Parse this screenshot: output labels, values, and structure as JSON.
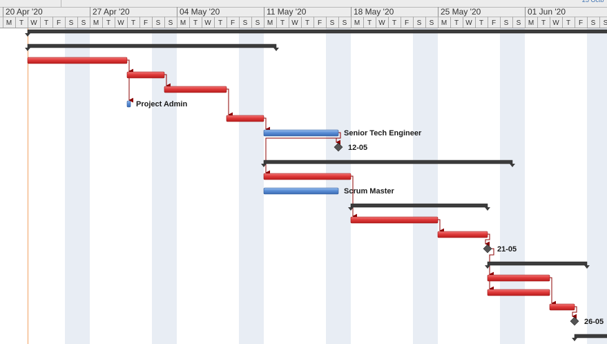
{
  "chart_data": {
    "type": "gantt",
    "timescale": {
      "weeks": [
        "20 Apr '20",
        "27 Apr '20",
        "04 May '20",
        "11 May '20",
        "18 May '20",
        "25 May '20",
        "01 Jun '20"
      ],
      "day_letters": [
        "M",
        "T",
        "W",
        "T",
        "F",
        "S",
        "S"
      ],
      "corner_fragment": "25 Octo"
    },
    "timeline_start": "2020-04-20",
    "today_line": "2020-04-22",
    "colors": {
      "task": "#e03a3a",
      "resource_task": "#5b8ed6",
      "summary": "#3c3c3c",
      "milestone": "#555555",
      "link": "#8b0000",
      "today": "#f0a060",
      "weekend_shade": "#e8edf4"
    },
    "rows": [
      {
        "kind": "summary",
        "start": "2020-04-22",
        "end": "2020-06-08"
      },
      {
        "kind": "summary",
        "start": "2020-04-22",
        "end": "2020-05-12"
      },
      {
        "kind": "task",
        "start": "2020-04-22",
        "end": "2020-04-30"
      },
      {
        "kind": "task",
        "start": "2020-04-30",
        "end": "2020-05-03"
      },
      {
        "kind": "task",
        "start": "2020-05-03",
        "end": "2020-05-08"
      },
      {
        "kind": "resource",
        "start": "2020-04-30",
        "end": "2020-04-30",
        "label": "Project Admin"
      },
      {
        "kind": "task",
        "start": "2020-05-08",
        "end": "2020-05-11"
      },
      {
        "kind": "resource",
        "start": "2020-05-11",
        "end": "2020-05-17",
        "label": "Senior Tech Engineer"
      },
      {
        "kind": "milestone",
        "start": "2020-05-17",
        "end": "2020-05-17",
        "label": "12-05"
      },
      {
        "kind": "summary",
        "start": "2020-05-11",
        "end": "2020-05-31"
      },
      {
        "kind": "task",
        "start": "2020-05-11",
        "end": "2020-05-18"
      },
      {
        "kind": "resource",
        "start": "2020-05-11",
        "end": "2020-05-17",
        "label": "Scrum Master"
      },
      {
        "kind": "summary",
        "start": "2020-05-18",
        "end": "2020-05-29"
      },
      {
        "kind": "task",
        "start": "2020-05-18",
        "end": "2020-05-25"
      },
      {
        "kind": "task",
        "start": "2020-05-25",
        "end": "2020-05-29"
      },
      {
        "kind": "milestone",
        "start": "2020-05-29",
        "end": "2020-05-29",
        "label": "21-05"
      },
      {
        "kind": "summary",
        "start": "2020-05-29",
        "end": "2020-06-06"
      },
      {
        "kind": "task",
        "start": "2020-05-29",
        "end": "2020-06-03"
      },
      {
        "kind": "task",
        "start": "2020-05-29",
        "end": "2020-06-03"
      },
      {
        "kind": "task",
        "start": "2020-06-03",
        "end": "2020-06-05"
      },
      {
        "kind": "milestone",
        "start": "2020-06-05",
        "end": "2020-06-05",
        "label": "26-05"
      },
      {
        "kind": "summary",
        "start": "2020-06-05",
        "end": "2020-06-15"
      }
    ],
    "links": [
      {
        "from": 2,
        "to": 3
      },
      {
        "from": 2,
        "to": 5
      },
      {
        "from": 3,
        "to": 4
      },
      {
        "from": 4,
        "to": 6
      },
      {
        "from": 6,
        "to": 7
      },
      {
        "from": 7,
        "to": 8
      },
      {
        "from": 7,
        "to": 10
      },
      {
        "from": 10,
        "to": 13
      },
      {
        "from": 13,
        "to": 14
      },
      {
        "from": 14,
        "to": 15
      },
      {
        "from": 15,
        "to": 17
      },
      {
        "from": 15,
        "to": 18
      },
      {
        "from": 17,
        "to": 19
      },
      {
        "from": 19,
        "to": 20
      }
    ],
    "grid": "weekend-shading"
  }
}
